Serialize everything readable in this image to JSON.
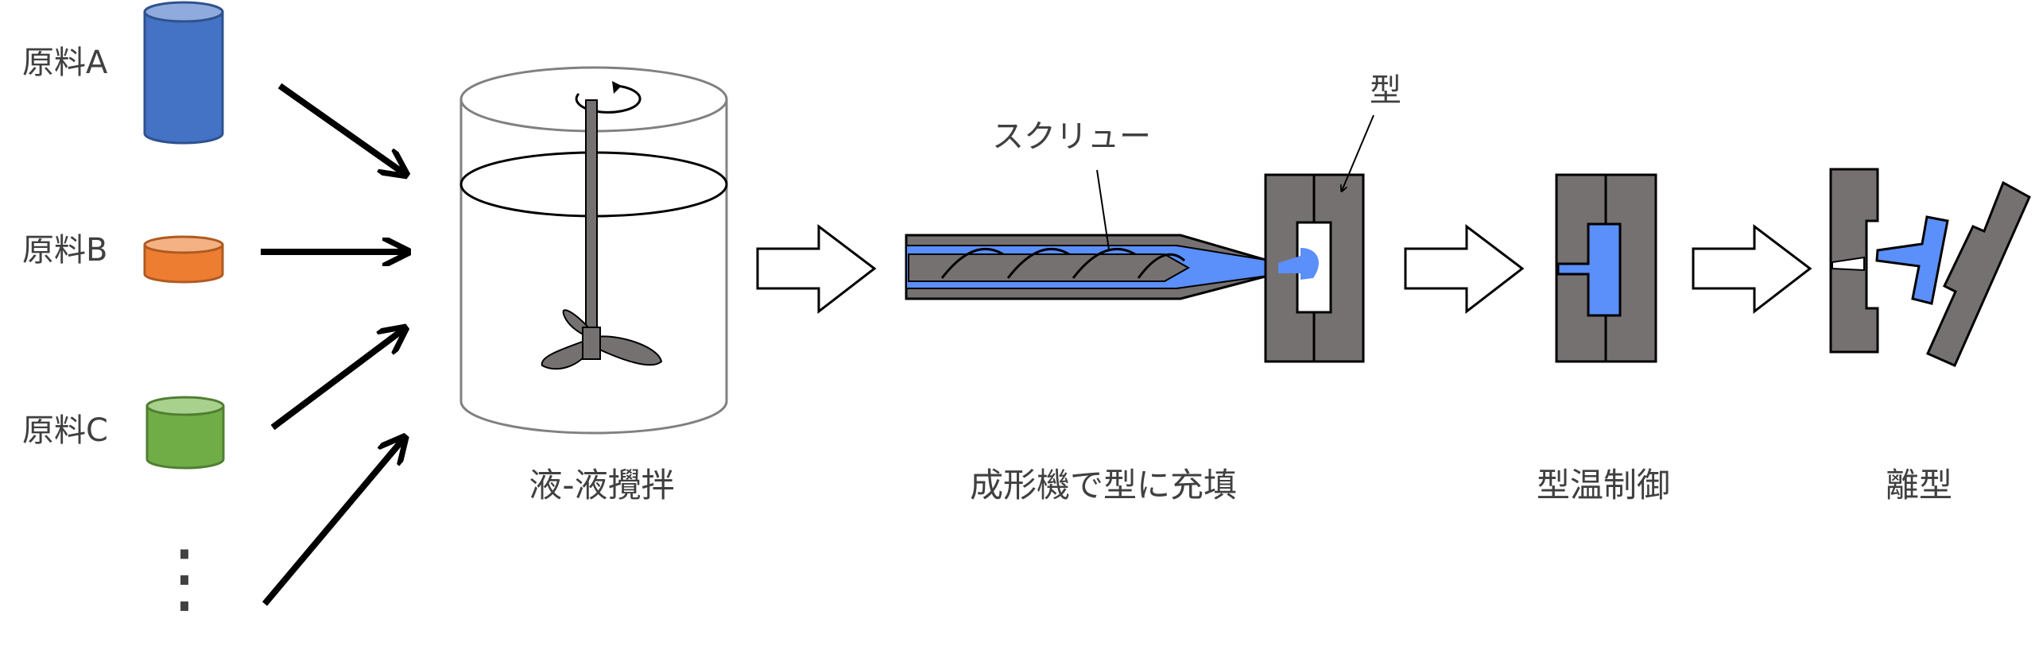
{
  "materials": [
    {
      "label": "原料A",
      "color": "#4472C4",
      "top_color": "#8FAADC"
    },
    {
      "label": "原料B",
      "color": "#ED7D31",
      "top_color": "#F4B183"
    },
    {
      "label": "原料C",
      "color": "#70AD47",
      "top_color": "#A9D18E"
    }
  ],
  "more_indicator": "⋮",
  "steps": {
    "mixing": "液-液攪拌",
    "molding": "成形機で型に充填",
    "temperature": "型温制御",
    "release": "離型"
  },
  "callouts": {
    "screw": "スクリュー",
    "mold": "型"
  },
  "colors": {
    "metal": "#767171",
    "fill": "#5B8FF9",
    "outline": "#000000",
    "tank_outline": "#808080"
  }
}
